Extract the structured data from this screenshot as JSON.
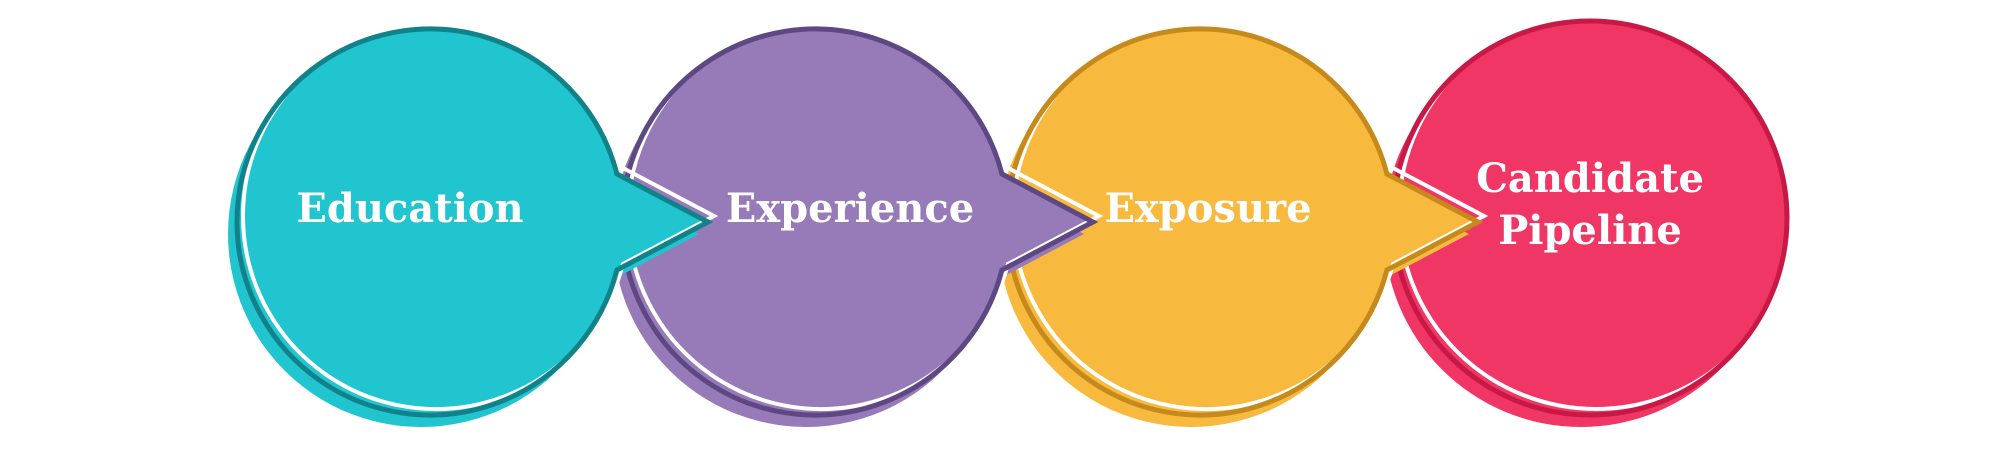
{
  "diagram": {
    "steps": [
      {
        "label_lines": [
          "Education"
        ],
        "fill": "#20C5CF",
        "outline": "#12828A"
      },
      {
        "label_lines": [
          "Experience"
        ],
        "fill": "#977BB8",
        "outline": "#5E4883"
      },
      {
        "label_lines": [
          "Exposure"
        ],
        "fill": "#F7BA3E",
        "outline": "#C58A1B"
      },
      {
        "label_lines": [
          "Candidate",
          "Pipeline"
        ],
        "fill": "#EF3665",
        "outline": "#C81846"
      }
    ],
    "highlight_color": "#ffffff"
  }
}
